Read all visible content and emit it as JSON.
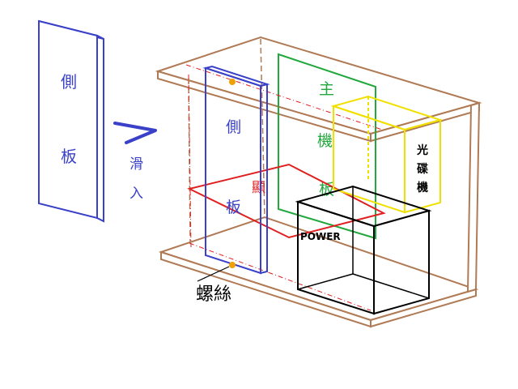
{
  "labels": {
    "side_panel_left": [
      "側",
      "板"
    ],
    "slide_in": [
      "滑",
      "入"
    ],
    "side_panel_inner": [
      "側",
      "板"
    ],
    "motherboard": [
      "主",
      "機",
      "板"
    ],
    "graphics": "顯",
    "optical_drive": [
      "光",
      "碟",
      "機"
    ],
    "power": "POWER",
    "screw": "螺絲"
  },
  "colors": {
    "case": "#b07a55",
    "side_panel": "#3a40c8",
    "motherboard": "#22a83c",
    "graphics_card": "#e02020",
    "optical_drive": "#f0e000",
    "power_supply": "#000000",
    "screw_dot": "#f0a000",
    "arrow": "#3a40c8"
  }
}
